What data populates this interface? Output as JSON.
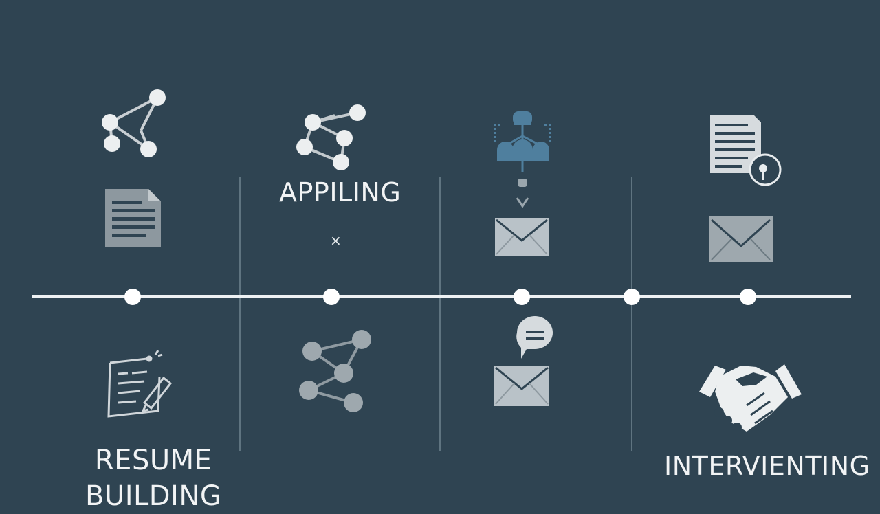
{
  "stages": [
    {
      "id": "resume-building",
      "label_line1": "RESUME",
      "label_line2": "BUILDING"
    },
    {
      "id": "appiling",
      "label": "APPILING",
      "mark": "×"
    },
    {
      "id": "networking",
      "label": ""
    },
    {
      "id": "intervienting",
      "label": "INTERVIENTING"
    }
  ],
  "icons": [
    "network-nodes-icon",
    "document-icon",
    "network-nodes-icon",
    "org-chart-icon",
    "envelope-icon",
    "document-with-badge-icon",
    "envelope-icon",
    "resume-edit-icon",
    "network-nodes-icon",
    "chat-bubble-icon",
    "envelope-icon",
    "handshake-icon"
  ],
  "timeline_markers": 5,
  "colors": {
    "background": "#2f4452",
    "line": "#eef1f3",
    "icon_light": "#e6e9eb",
    "icon_gray": "#9ea8ae",
    "icon_blue": "#4f7f9e",
    "envelope_fill": "#b9c2c8"
  }
}
